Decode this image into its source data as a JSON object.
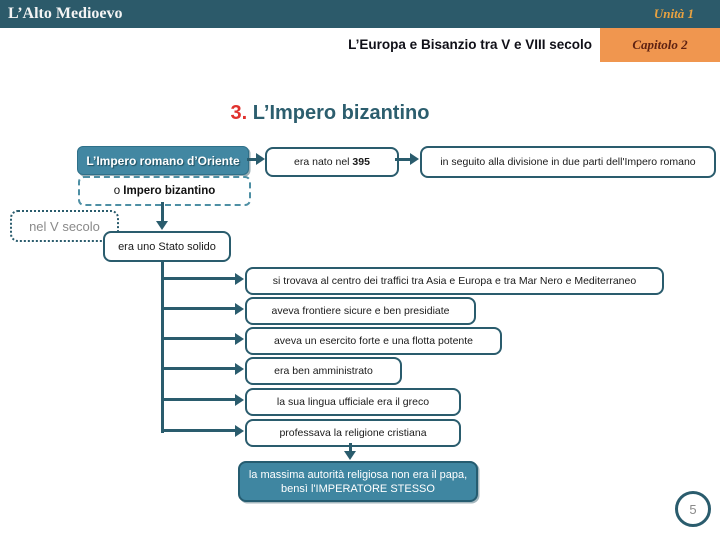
{
  "header": {
    "title": "L’Alto Medioevo",
    "unit_label": "Unità 1",
    "subtitle": "L’Europa e Bisanzio tra V e VIII secolo",
    "chapter_label": "Capitolo 2"
  },
  "slide_title": {
    "number": "3.",
    "text": " L’Impero bizantino"
  },
  "diagram": {
    "root_box": "L’Impero romano d’Oriente",
    "alias_prefix": "o ",
    "alias_bold": "Impero bizantino",
    "born_plain": "era nato nel ",
    "born_year": "395",
    "division": "in seguito alla divisione in due parti dell'Impero romano",
    "period": "nel V secolo",
    "state": "era uno Stato solido",
    "features": [
      "si trovava al centro dei traffici tra Asia e Europa e tra Mar Nero e Mediterraneo",
      "aveva frontiere sicure e ben presidiate",
      "aveva un esercito forte e una flotta potente",
      "era ben amministrato",
      "la sua lingua ufficiale era il greco",
      "professava la religione cristiana"
    ],
    "conclusion": "la massima autorità religiosa non era il papa, bensì l'IMPERATORE STESSO"
  },
  "page_number": "5",
  "colors": {
    "header_bg": "#2C5A6A",
    "accent_orange": "#F0964F",
    "unit_text": "#E9A240",
    "chapter_text": "#5E2212",
    "title_number_red": "#E0312D",
    "title_teal": "#2C5E6E",
    "box_teal_fill": "#4287A2",
    "line_teal": "#2A5C6D",
    "muted_text": "#8A8A8A"
  }
}
